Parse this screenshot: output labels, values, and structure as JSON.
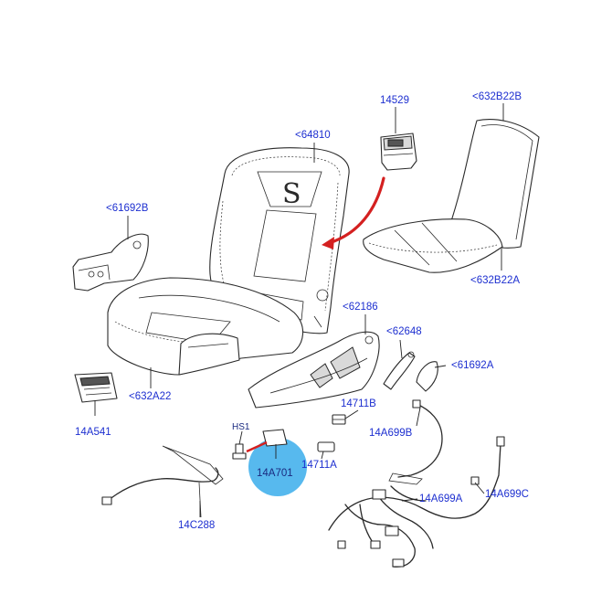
{
  "callouts": {
    "c64810": "<64810",
    "c14529": "14529",
    "c632B22B": "<632B22B",
    "c61692B": "<61692B",
    "c632B22A": "<632B22A",
    "c62186": "<62186",
    "c62648": "<62648",
    "c61692A": "<61692A",
    "c632A22": "<632A22",
    "c14711B": "14711B",
    "c14A699B": "14A699B",
    "c14A541": "14A541",
    "cHS1": "HS1",
    "c14A701": "14A701",
    "c14711A": "14711A",
    "c14A699A": "14A699A",
    "c14A699C": "14A699C",
    "c14C288": "14C288",
    "logo_letter": "S"
  },
  "colors": {
    "label": "#1d2fd0",
    "highlight_circle": "#57b9ee",
    "arrow": "#d42020",
    "line": "#2a2a2a"
  }
}
